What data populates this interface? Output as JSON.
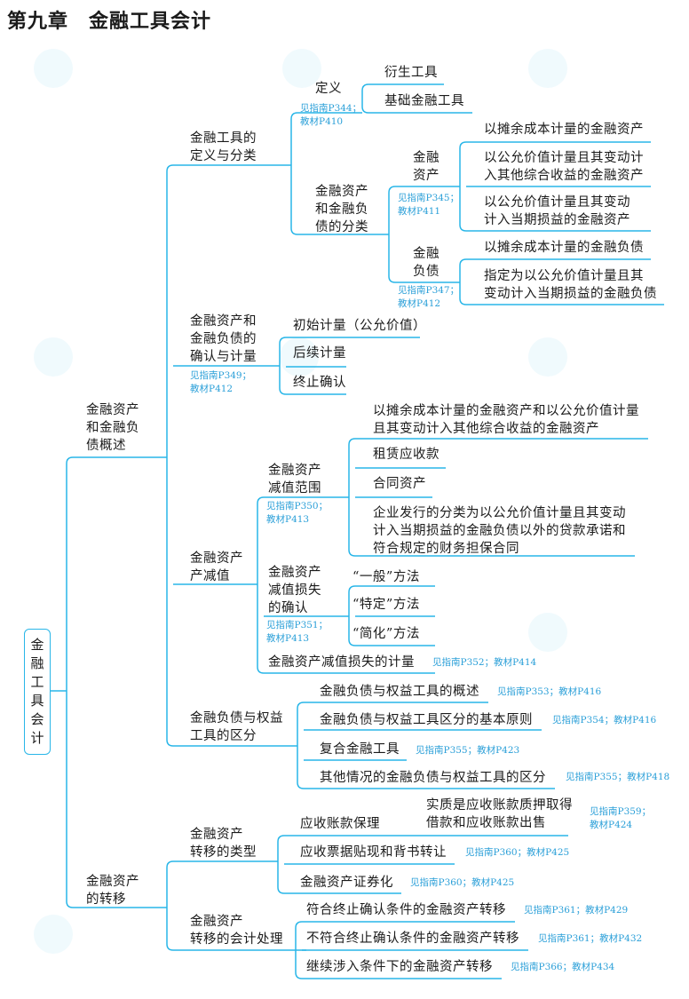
{
  "title": "第九章　金融工具会计",
  "root": "金融工具会计",
  "colors": {
    "line": "#29b6e8",
    "ref": "#2a9fd8"
  },
  "n": {
    "overview": "金融资产\n和金融负\n债概述",
    "transfer": "金融资产\n的转移",
    "def_class": "金融工具的\n定义与分类",
    "recog": "金融资产和\n金融负债的\n确认与计量",
    "recog_ref": "见指南P349；\n教材P412",
    "impair": "金融资产\n产减值",
    "distinguish": "金融负债与权益\n工具的区分",
    "definition": "定义",
    "definition_ref": "见指南P344；\n教材P410",
    "derivative": "衍生工具",
    "basic": "基础金融工具",
    "classify": "金融资产\n和金融负\n债的分类",
    "fa": "金融\n资产",
    "fa_ref": "见指南P345；\n教材P411",
    "fl": "金融\n负债",
    "fl_ref": "见指南P347；\n教材P412",
    "fa1": "以摊余成本计量的金融资产",
    "fa2": "以公允价值计量且其变动计\n入其他综合收益的金融资产",
    "fa3": "以公允价值计量且其变动\n计入当期损益的金融资产",
    "fl1": "以摊余成本计量的金融负债",
    "fl2": "指定为以公允价值计量且其\n变动计入当期损益的金融负债",
    "initial": "初始计量（公允价值）",
    "subsequent": "后续计量",
    "derecog": "终止确认",
    "scope": "金融资产\n减值范围",
    "scope_ref": "见指南P350；\n教材P413",
    "s1": "以摊余成本计量的金融资产和以公允价值计量\n且其变动计入其他综合收益的金融资产",
    "s2": "租赁应收款",
    "s3": "合同资产",
    "s4": "企业发行的分类为以公允价值计量且其变动\n计入当期损益的金融负债以外的贷款承诺和\n符合规定的财务担保合同",
    "loss_recog": "金融资产\n减值损失\n的确认",
    "loss_recog_ref": "见指南P351；\n教材P413",
    "m1": "“一般”方法",
    "m2": "“特定”方法",
    "m3": "“简化”方法",
    "loss_measure": "金融资产减值损失的计量",
    "loss_measure_ref": "见指南P352；教材P414",
    "d1": "金融负债与权益工具的概述",
    "d1_ref": "见指南P353；教材P416",
    "d2": "金融负债与权益工具区分的基本原则",
    "d2_ref": "见指南P354；教材P416",
    "d3": "复合金融工具",
    "d3_ref": "见指南P355；教材P423",
    "d4": "其他情况的金融负债与权益工具的区分",
    "d4_ref": "见指南P355；教材P418",
    "ttype": "金融资产\n转移的类型",
    "tacct": "金融资产\n转移的会计处理",
    "tt1": "应收账款保理",
    "tt1_note": "实质是应收账款质押取得\n借款和应收账款出售",
    "tt1_ref": "见指南P359；\n教材P424",
    "tt2": "应收票据贴现和背书转让",
    "tt2_ref": "见指南P360；教材P425",
    "tt3": "金融资产证券化",
    "tt3_ref": "见指南P360；教材P425",
    "ta1": "符合终止确认条件的金融资产转移",
    "ta1_ref": "见指南P361；教材P429",
    "ta2": "不符合终止确认条件的金融资产转移",
    "ta2_ref": "见指南P361；教材P432",
    "ta3": "继续涉入条件下的金融资产转移",
    "ta3_ref": "见指南P366；教材P434"
  }
}
